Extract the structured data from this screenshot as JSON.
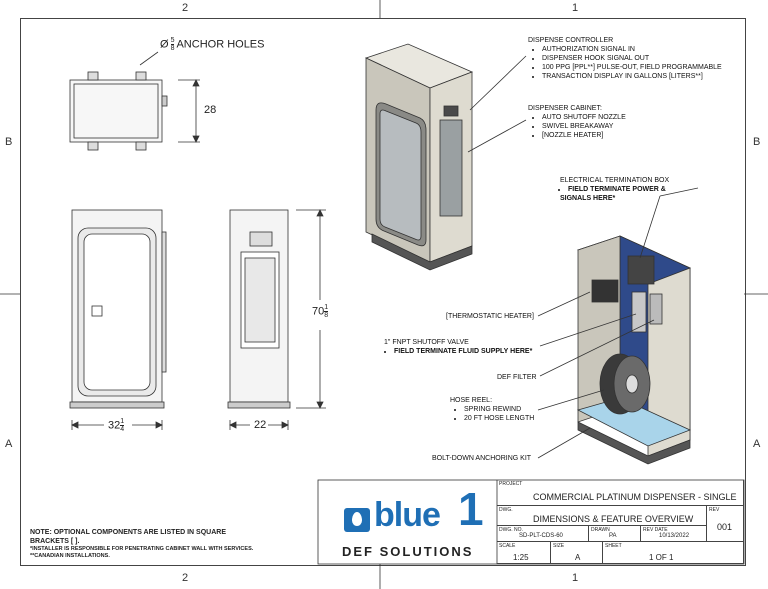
{
  "zones": {
    "top_left": "2",
    "top_right": "1",
    "bottom_left": "2",
    "bottom_right": "1",
    "left_top": "B",
    "left_bottom": "A",
    "right_top": "B",
    "right_bottom": "A"
  },
  "dims": {
    "anchor_holes": "Ø5/8 ANCHOR HOLES",
    "anchor_prefix": "Ø",
    "anchor_num": "5",
    "anchor_den": "8",
    "anchor_text": "ANCHOR HOLES",
    "depth": "28",
    "height_whole": "70",
    "height_num": "1",
    "height_den": "8",
    "width_whole": "32",
    "width_num": "1",
    "width_den": "4",
    "side_depth": "22"
  },
  "callouts": {
    "controller": {
      "title": "DISPENSE CONTROLLER",
      "items": [
        "AUTHORIZATION SIGNAL IN",
        "DISPENSER HOOK SIGNAL OUT",
        "100 PPG [PPL**] PULSE-OUT, FIELD PROGRAMMABLE",
        "TRANSACTION DISPLAY IN GALLONS [LITERS**]"
      ]
    },
    "cabinet": {
      "title": "DISPENSER CABINET:",
      "items": [
        "AUTO SHUTOFF NOZZLE",
        "SWIVEL BREAKAWAY",
        "[NOZZLE HEATER]"
      ]
    },
    "etb": {
      "title": "ELECTRICAL TERMINATION BOX",
      "bold1": "FIELD TERMINATE POWER &",
      "bold2": "SIGNALS HERE*"
    },
    "heater": "[THERMOSTATIC HEATER]",
    "valve": {
      "title": "1\" FNPT SHUTOFF VALVE",
      "bold": "FIELD TERMINATE FLUID SUPPLY HERE*"
    },
    "filter": "DEF FILTER",
    "reel": {
      "title": "HOSE REEL:",
      "items": [
        "SPRING REWIND",
        "20 FT HOSE LENGTH"
      ]
    },
    "anchor_kit": "BOLT-DOWN ANCHORING KIT"
  },
  "notes": {
    "main1": "NOTE: OPTIONAL COMPONENTS ARE LISTED IN SQUARE",
    "main2": "BRACKETS [ ].",
    "n1": "*INSTALLER IS RESPONSIBLE FOR PENETRATING CABINET WALL WITH SERVICES.",
    "n2": "**CANADIAN INSTALLATIONS."
  },
  "logo": {
    "word": "blue",
    "numeral": "1",
    "tagline": "DEF SOLUTIONS",
    "brand_color": "#1f6fb5"
  },
  "title_block": {
    "project_cap": "PROJECT",
    "project": "COMMERCIAL PLATINUM DISPENSER - SINGLE",
    "dwg_cap": "DWG.",
    "dwg": "DIMENSIONS & FEATURE OVERVIEW",
    "rev_cap": "REV",
    "rev": "001",
    "dwgno_cap": "DWG. NO.",
    "dwgno": "SD-PLT-CDS-60",
    "drawn_cap": "DRAWN",
    "drawn": "PA",
    "revdate_cap": "REV DATE",
    "revdate": "10/13/2022",
    "scale_cap": "SCALE",
    "scale": "1:25",
    "size_cap": "SIZE",
    "size": "A",
    "sheet_cap": "SHEET",
    "sheet": "1 OF 1"
  }
}
